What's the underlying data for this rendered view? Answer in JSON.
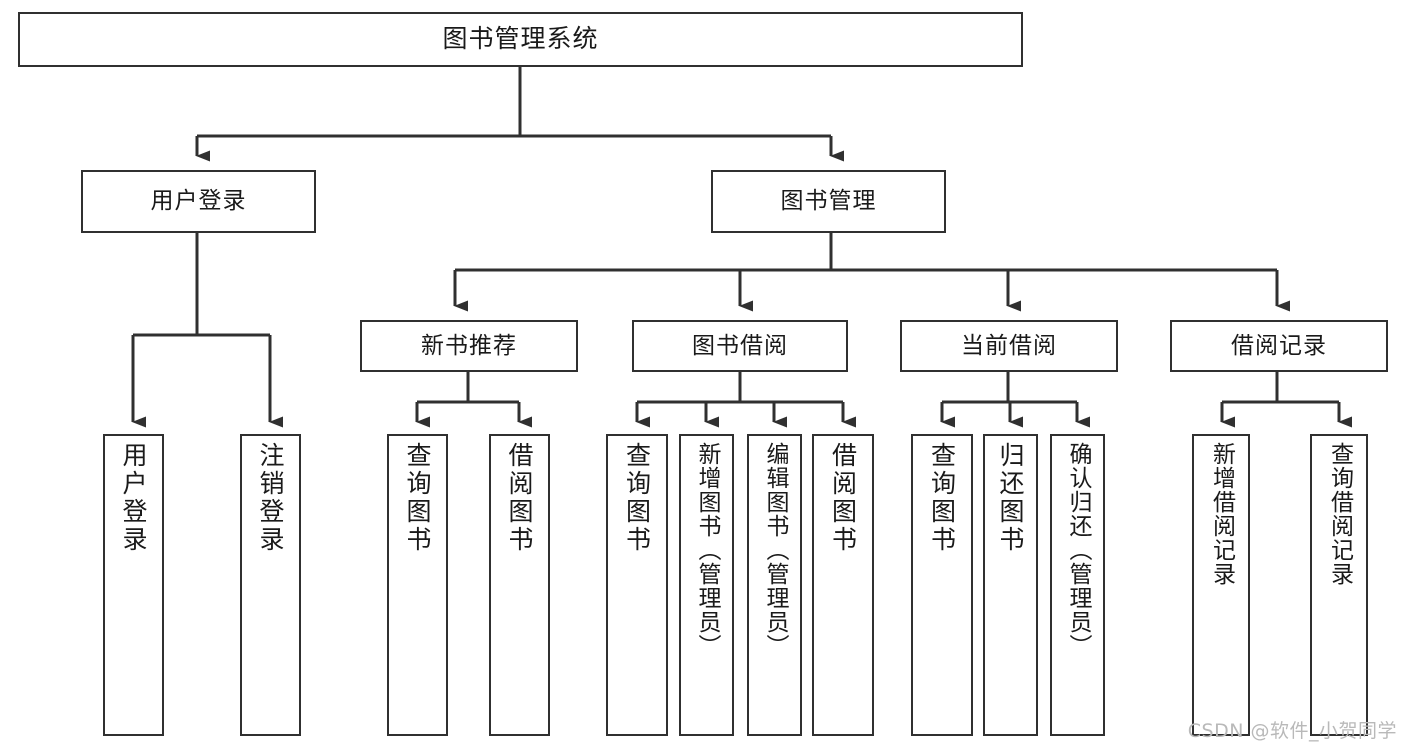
{
  "diagram": {
    "title": "图书管理系统",
    "type": "tree",
    "root": {
      "id": "root",
      "label": "图书管理系统"
    },
    "level2": [
      {
        "id": "user-login",
        "label": "用户登录"
      },
      {
        "id": "book-manage",
        "label": "图书管理"
      }
    ],
    "level3": [
      {
        "id": "new-book-recommend",
        "label": "新书推荐",
        "parent": "book-manage"
      },
      {
        "id": "book-borrow",
        "label": "图书借阅",
        "parent": "book-manage"
      },
      {
        "id": "current-borrow",
        "label": "当前借阅",
        "parent": "book-manage"
      },
      {
        "id": "borrow-record",
        "label": "借阅记录",
        "parent": "book-manage"
      }
    ],
    "leaves": [
      {
        "id": "leaf-user-login",
        "label": "用户登录",
        "parent": "user-login"
      },
      {
        "id": "leaf-user-logout",
        "label": "注销登录",
        "parent": "user-login"
      },
      {
        "id": "leaf-query-book-1",
        "label": "查询图书",
        "parent": "new-book-recommend"
      },
      {
        "id": "leaf-borrow-book-1",
        "label": "借阅图书",
        "parent": "new-book-recommend"
      },
      {
        "id": "leaf-query-book-2",
        "label": "查询图书",
        "parent": "book-borrow"
      },
      {
        "id": "leaf-add-book",
        "label": "新增图书（管理员）",
        "parent": "book-borrow"
      },
      {
        "id": "leaf-edit-book",
        "label": "编辑图书（管理员）",
        "parent": "book-borrow"
      },
      {
        "id": "leaf-borrow-book-2",
        "label": "借阅图书",
        "parent": "book-borrow"
      },
      {
        "id": "leaf-query-book-3",
        "label": "查询图书",
        "parent": "current-borrow"
      },
      {
        "id": "leaf-return-book",
        "label": "归还图书",
        "parent": "current-borrow"
      },
      {
        "id": "leaf-confirm-return",
        "label": "确认归还（管理员）",
        "parent": "current-borrow"
      },
      {
        "id": "leaf-add-record",
        "label": "新增借阅记录",
        "parent": "borrow-record"
      },
      {
        "id": "leaf-query-record",
        "label": "查询借阅记录",
        "parent": "borrow-record"
      }
    ]
  },
  "watermark": {
    "text": "CSDN @软件_小贺同学"
  },
  "colors": {
    "border": "#303030",
    "background": "#ffffff",
    "text": "#1a1a1a",
    "watermark": "#b9b9b9"
  }
}
